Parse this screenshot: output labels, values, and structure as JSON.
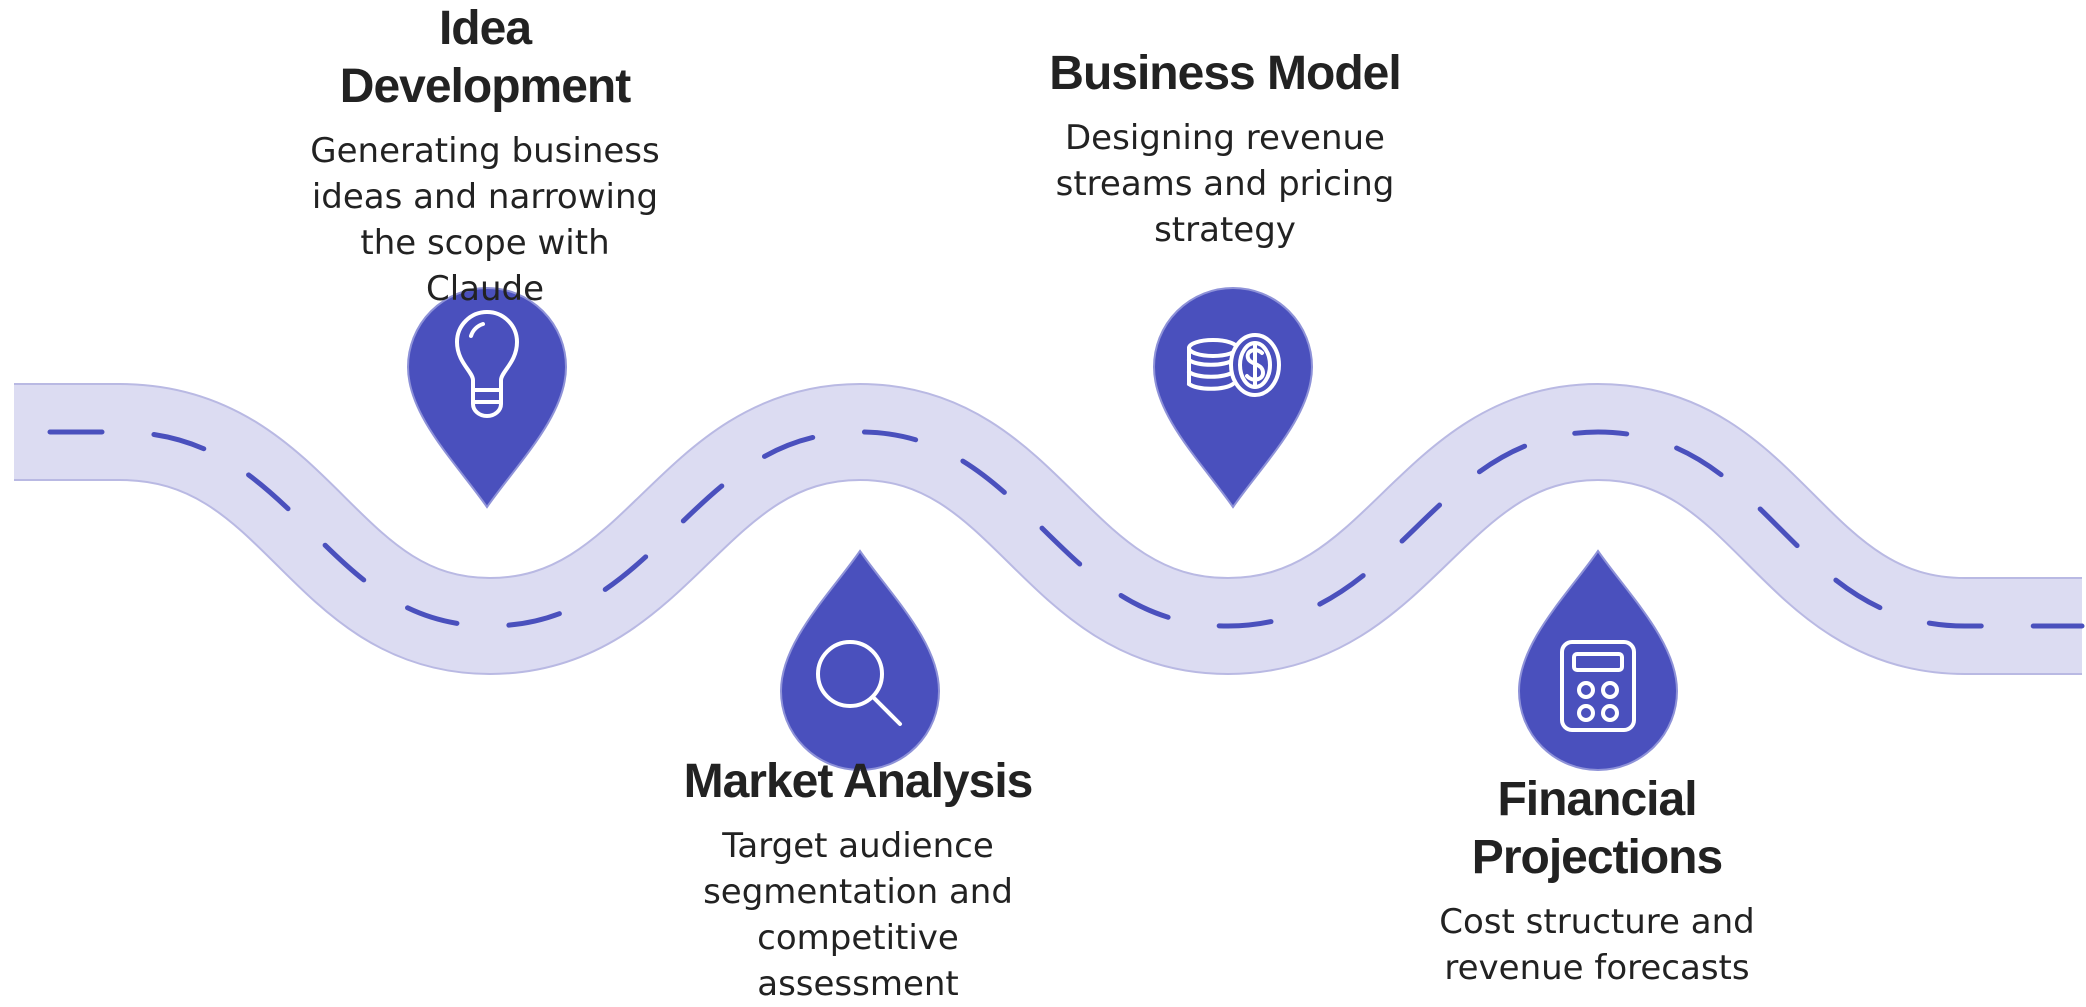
{
  "colors": {
    "road_fill": "#dcdcf2",
    "road_edge": "#b9b9e3",
    "marker": "#4a50bd",
    "dash": "#4a50bd",
    "icon": "#ffffff",
    "text": "#222222"
  },
  "steps": [
    {
      "title": "Idea Development",
      "description": "Generating business ideas and narrowing the scope with Claude",
      "icon": "lightbulb-icon"
    },
    {
      "title": "Business Model",
      "description": "Designing revenue streams and pricing strategy",
      "icon": "coins-dollar-icon"
    },
    {
      "title": "Market Analysis",
      "description": "Target audience segmentation and competitive assessment",
      "icon": "magnifier-icon"
    },
    {
      "title": "Financial Projections",
      "description": "Cost structure and revenue forecasts",
      "icon": "calculator-icon"
    }
  ]
}
